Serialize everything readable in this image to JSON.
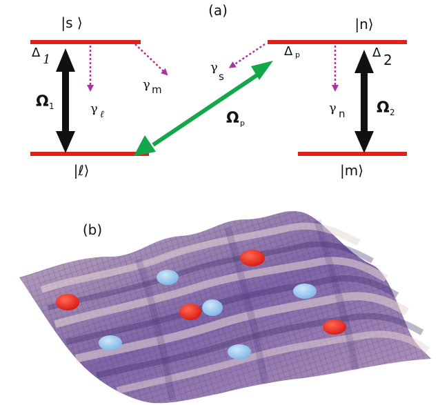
{
  "panel_a": {
    "label": "(a)",
    "states": {
      "s": "|s ⟩",
      "n": "|n⟩",
      "l": "|ℓ⟩",
      "m": "|m⟩"
    },
    "detunings": {
      "delta1": "Δ",
      "delta1_sub": "1",
      "delta2": "Δ",
      "delta2_sub": "2",
      "deltap": "Δ",
      "deltap_sub": "p"
    },
    "couplings": {
      "omega1": "Ω",
      "omega1_sub": "1",
      "omega2": "Ω",
      "omega2_sub": "2",
      "omegap": "Ω",
      "omegap_sub": "p"
    },
    "decays": {
      "gamma_l": "γ",
      "gamma_l_sub": "ℓ",
      "gamma_m": "γ",
      "gamma_m_sub": "m",
      "gamma_s": "γ",
      "gamma_s_sub": "s",
      "gamma_n": "γ",
      "gamma_n_sub": "n"
    },
    "colors": {
      "level": "#e0201b",
      "strong_arrow": "#111111",
      "probe_arrow": "#11a84a",
      "decay": "#b02fa3"
    }
  },
  "panel_b": {
    "label": "(b)",
    "colors": {
      "red_atom": "#e8231b",
      "blue_atom": "#8fc4ec",
      "surface_light": "#d9c3c9",
      "surface_dark": "#6a4f9a"
    }
  }
}
